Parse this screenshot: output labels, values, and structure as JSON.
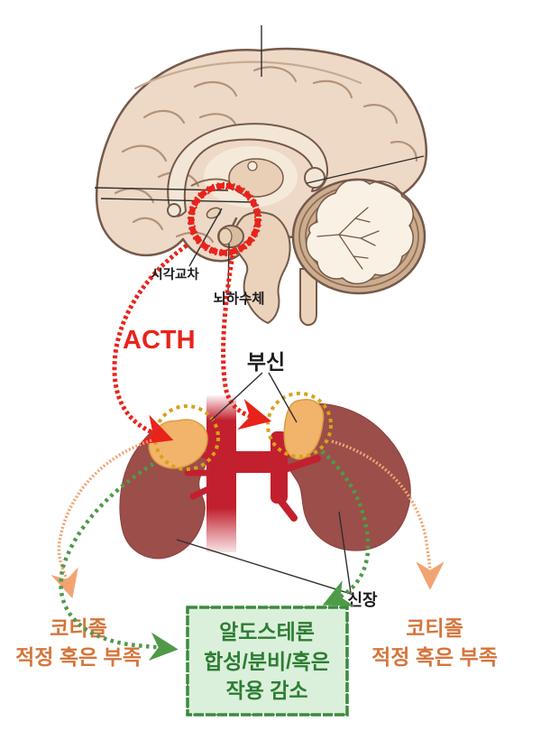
{
  "figure": {
    "type": "hpa-axis-medical-diagram",
    "labels": {
      "optic_chiasm": "시각교차",
      "pituitary": "뇌하수체",
      "acth": "ACTH",
      "adrenal": "부신",
      "kidney": "신장"
    },
    "cortisol_left": [
      "코티졸",
      "적정 혹은 부족"
    ],
    "cortisol_right": [
      "코티졸",
      "적정 혹은 부족"
    ],
    "aldosterone_box": [
      "알도스테론",
      "합성/분비/혹은",
      "작용 감소"
    ],
    "colors": {
      "highlight_red": "#e8231c",
      "orange_text": "#d4763c",
      "orange_arrow": "#f2a372",
      "green_arrow": "#4f9a49",
      "box_fill": "#daf0db",
      "box_border": "#3c8a3e",
      "box_text": "#2e7d33",
      "yellow_ring": "#d8a11c",
      "kidney_fill": "#9b4e4a",
      "aorta_fill": "#c2202e",
      "adrenal_fill": "#f2b46a",
      "brain_fill": "#eed9c6",
      "brain_outline": "#75594a"
    }
  }
}
